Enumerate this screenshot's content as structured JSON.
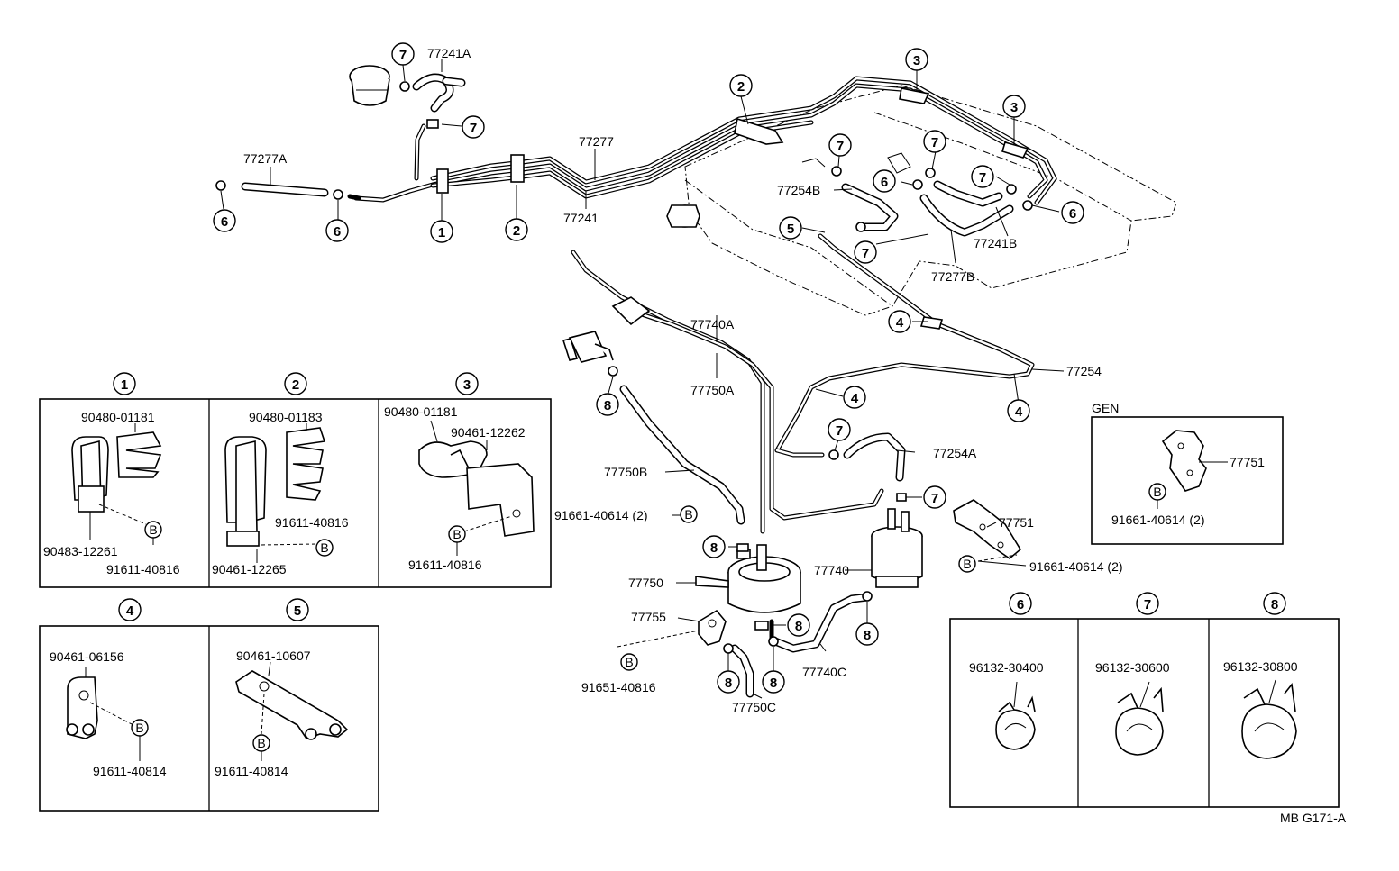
{
  "parts": {
    "p77241A": "77241A",
    "p77277": "77277",
    "p77277A": "77277A",
    "p77241": "77241",
    "p77254B": "77254B",
    "p77241B": "77241B",
    "p77277B": "77277B",
    "p77740A": "77740A",
    "p77750A": "77750A",
    "p77254": "77254",
    "p77254A": "77254A",
    "p77750B": "77750B",
    "p77751_main": "77751",
    "p77751_gen": "77751",
    "p77740": "77740",
    "p77750": "77750",
    "p77755": "77755",
    "p77740C": "77740C",
    "p77750C": "77750C",
    "p91661_a": "91661-40614 (2)",
    "p91661_b": "91661-40614 (2)",
    "p91661_gen": "91661-40614 (2)",
    "p91651": "91651-40816"
  },
  "callouts": {
    "c1": "1",
    "c2": "2",
    "c3": "3",
    "c4": "4",
    "c5": "5",
    "c6": "6",
    "c7": "7",
    "c8": "8",
    "bolt": "B"
  },
  "detail_boxes": {
    "box1": {
      "num": "1",
      "a": "90480-01181",
      "b": "90483-12261",
      "c": "91611-40816"
    },
    "box2": {
      "num": "2",
      "a": "90480-01183",
      "b": "91611-40816",
      "c": "90461-12265"
    },
    "box3": {
      "num": "3",
      "a": "90480-01181",
      "b": "90461-12262",
      "c": "91611-40816"
    },
    "box4": {
      "num": "4",
      "a": "90461-06156",
      "b": "91611-40814"
    },
    "box5": {
      "num": "5",
      "a": "90461-10607",
      "b": "91611-40814"
    },
    "box6": {
      "num": "6",
      "a": "96132-30400"
    },
    "box7": {
      "num": "7",
      "a": "96132-30600"
    },
    "box8": {
      "num": "8",
      "a": "96132-30800"
    }
  },
  "gen": {
    "title": "GEN"
  },
  "footer": {
    "code": "MB G171-A"
  }
}
